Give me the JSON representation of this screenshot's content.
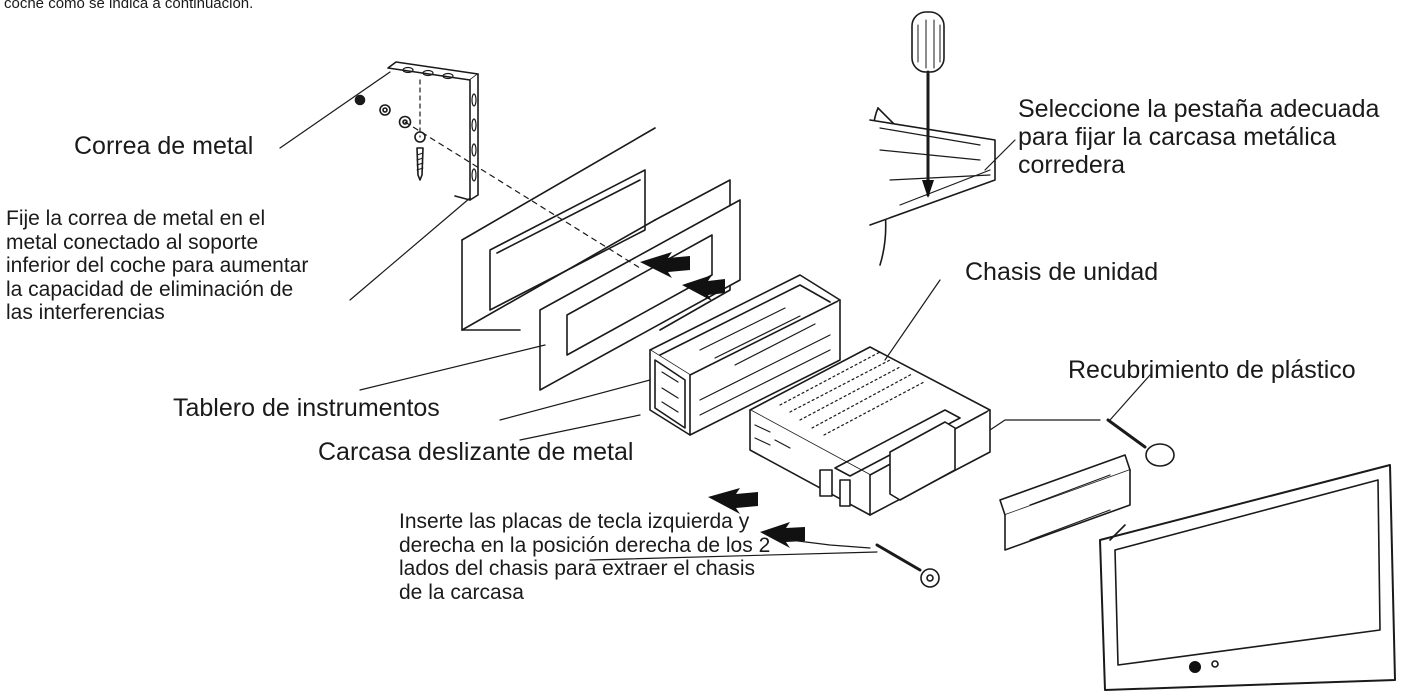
{
  "header": {
    "intro_fragment": "coche como se indica a continuación."
  },
  "labels": {
    "metal_strap": "Correa de metal",
    "strap_instruction": "Fije la correa de metal en el\nmetal conectado al soporte\ninferior del coche para aumentar\nla capacidad de eliminación de\nlas interferencias",
    "dashboard": "Tablero de instrumentos",
    "sleeve": "Carcasa deslizante de metal",
    "keys_instruction": "Inserte las placas de tecla izquierda y\nderecha en la posición derecha de los 2\nlados del chasis para extraer el chasis\nde la carcasa",
    "tab_instruction": "Seleccione la pestaña adecuada\npara fijar la carcasa metálica\ncorredera",
    "unit_chassis": "Chasis de unidad",
    "plastic_cover": "Recubrimiento de plástico"
  },
  "colors": {
    "line": "#1a1a1a",
    "fill": "#ffffff",
    "arrow": "#111111"
  },
  "icons": [
    "screwdriver-icon",
    "release-key-icon",
    "insert-arrow-icon"
  ]
}
